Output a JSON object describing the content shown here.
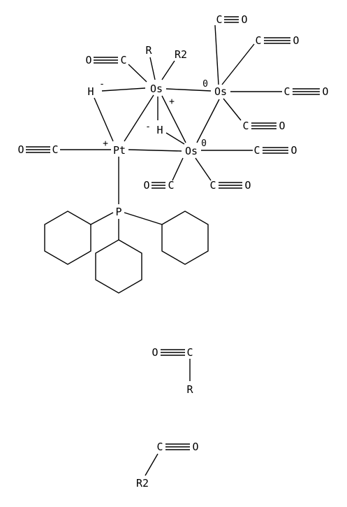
{
  "atoms": {
    "os_top": "Os",
    "os_right": "Os",
    "os_bottom": "Os",
    "pt": "Pt",
    "p": "P",
    "h_left": "H",
    "h_mid": "H",
    "r_sub": "R",
    "r2_sub": "R2",
    "c_label": "C",
    "o_label": "O"
  },
  "charges": {
    "h_left": "-",
    "h_mid": "-",
    "os_top": "+",
    "pt": "+",
    "os_right": "0",
    "os_bottom": "0"
  },
  "fragments": {
    "frag1_c": "C",
    "frag1_o": "O",
    "frag1_r": "R",
    "frag2_c": "C",
    "frag2_o": "O",
    "frag2_r": "R2"
  }
}
